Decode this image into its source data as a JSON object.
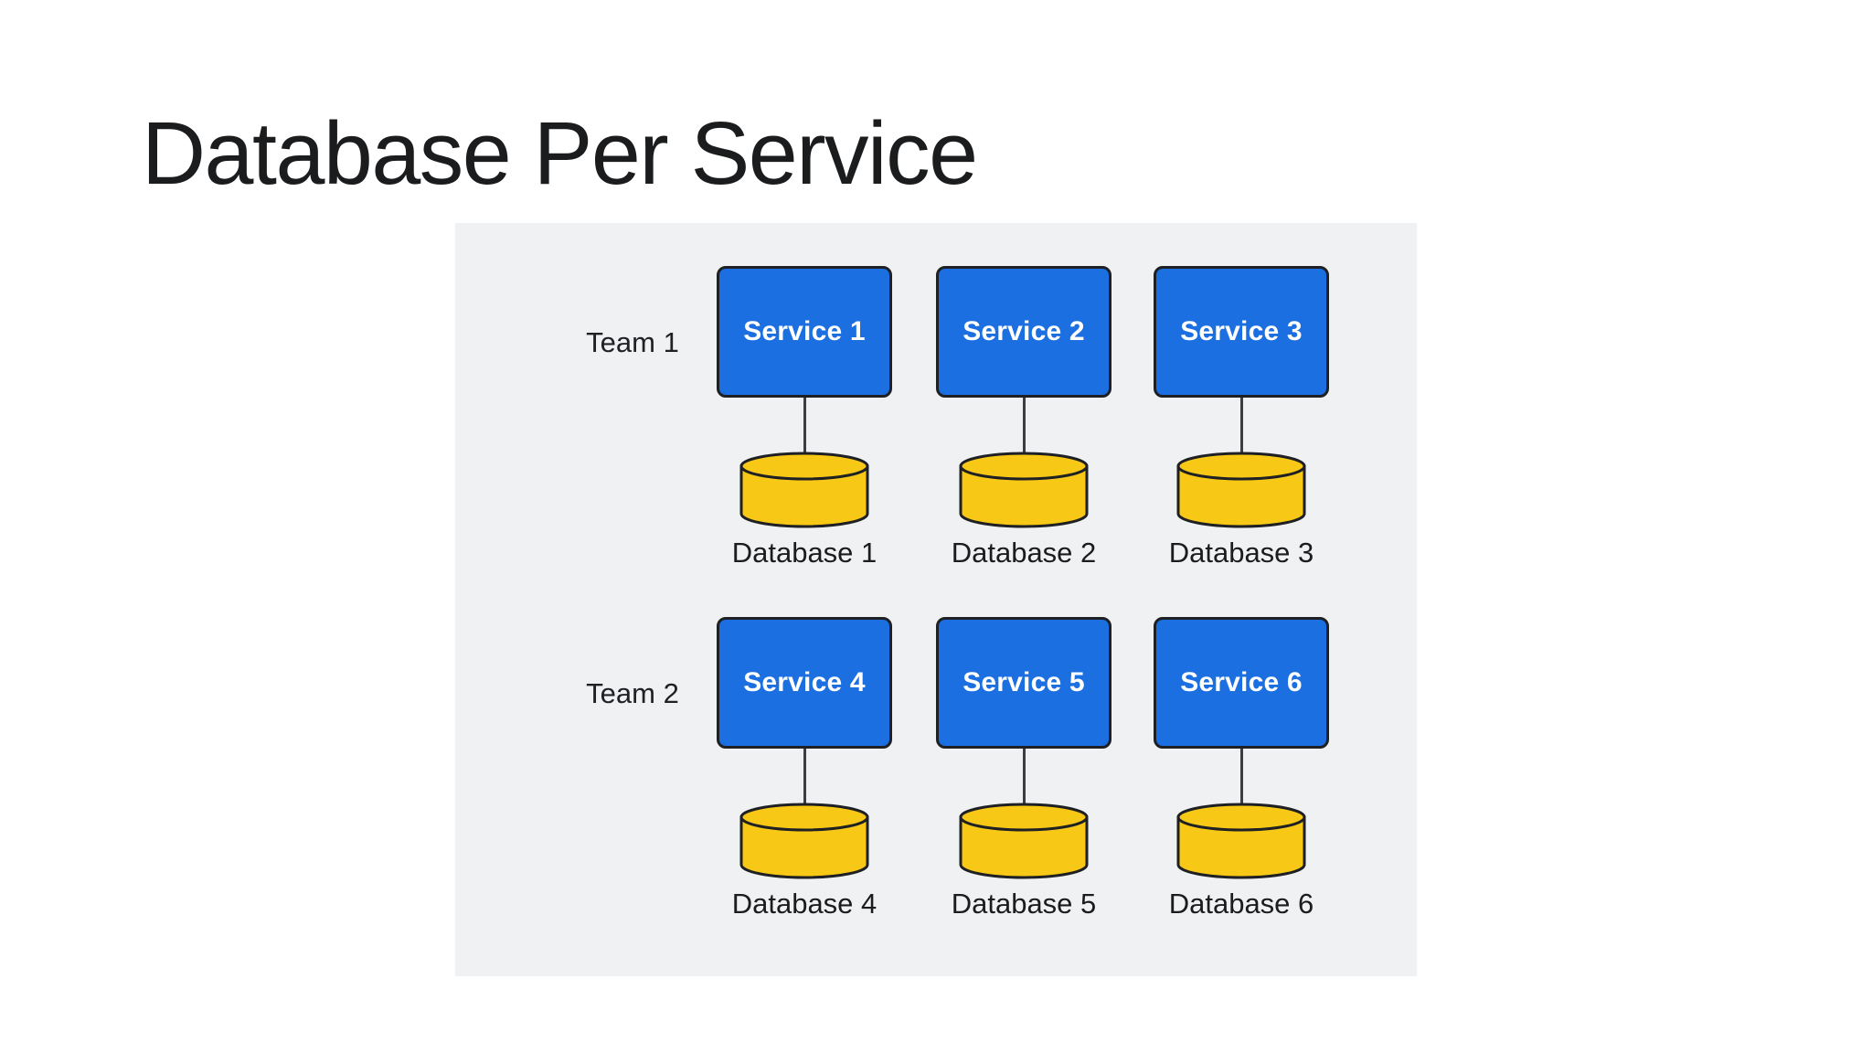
{
  "title": "Database Per Service",
  "diagram": {
    "rows": [
      {
        "team": "Team 1",
        "items": [
          {
            "service": "Service 1",
            "database": "Database 1"
          },
          {
            "service": "Service 2",
            "database": "Database 2"
          },
          {
            "service": "Service 3",
            "database": "Database 3"
          }
        ]
      },
      {
        "team": "Team 2",
        "items": [
          {
            "service": "Service 4",
            "database": "Database 4"
          },
          {
            "service": "Service 5",
            "database": "Database 5"
          },
          {
            "service": "Service 6",
            "database": "Database 6"
          }
        ]
      }
    ]
  },
  "icons": {
    "database_cylinder": "cylinder"
  },
  "colors": {
    "service_fill": "#1b6fe0",
    "service_text": "#ffffff",
    "database_fill": "#f7c916",
    "shape_outline": "#1e2023",
    "panel_background": "#f0f1f3",
    "connector_line": "#3a3d41",
    "title_text": "#1b1c1e"
  }
}
